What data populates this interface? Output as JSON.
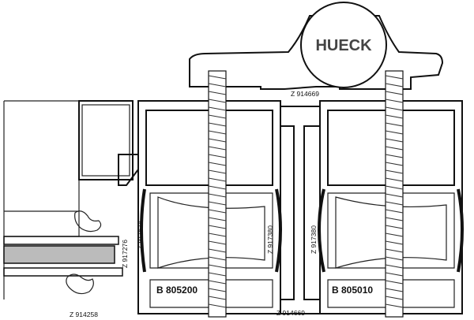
{
  "logo": {
    "text": "HUECK"
  },
  "profiles": {
    "left_main": "B 805200",
    "right_main": "B 805010"
  },
  "parts": {
    "top_center": "Z 914669",
    "bottom_center": "Z 914669",
    "bottom_left": "Z 914258",
    "vertical_a": "Z 917276",
    "vertical_b": "Z 917574",
    "vertical_c": "Z 917380",
    "vertical_d": "Z 917380"
  }
}
